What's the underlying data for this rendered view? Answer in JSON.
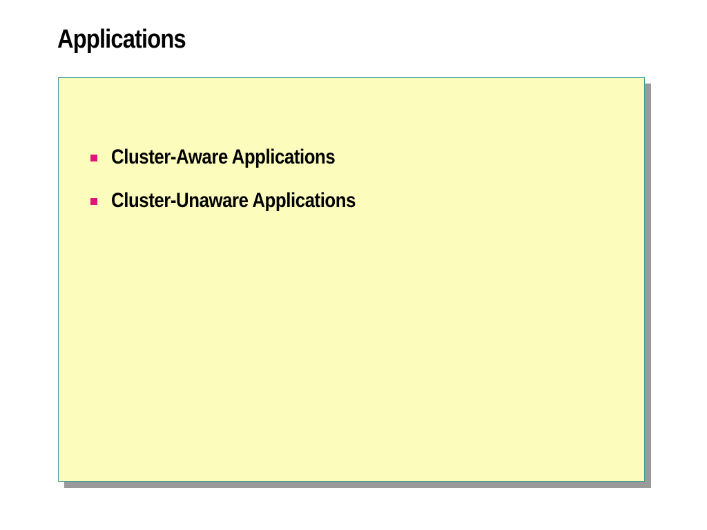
{
  "slide": {
    "title": "Applications",
    "bullets": [
      {
        "text": "Cluster-Aware Applications"
      },
      {
        "text": "Cluster-Unaware Applications"
      }
    ]
  },
  "colors": {
    "box_fill": "#fcfcbc",
    "box_border": "#3a9a9a",
    "box_shadow": "#9a9a9a",
    "bullet_marker": "#e0157a"
  }
}
